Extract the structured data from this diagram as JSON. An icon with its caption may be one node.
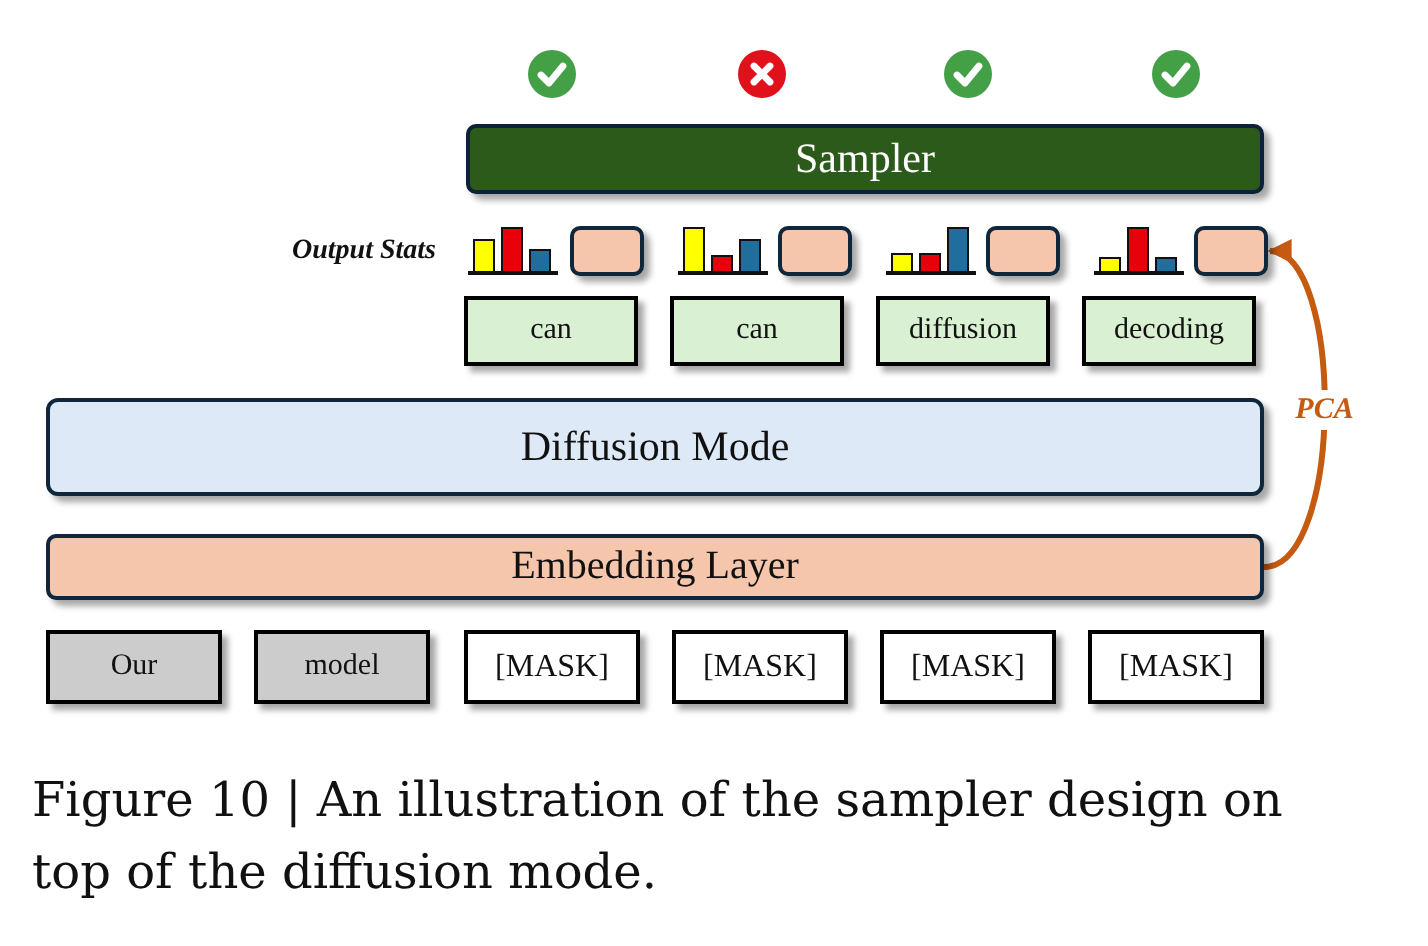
{
  "diagram": {
    "caption": "Figure 10 | An illustration of the sampler design on top of the diffusion mode.",
    "nodes": [
      {
        "text": [
          "Sampler"
        ]
      },
      {
        "text": [],
        "shape": "box"
      },
      {
        "text": [],
        "shape": "box"
      },
      {
        "text": [],
        "shape": "box"
      },
      {
        "text": [],
        "shape": "box"
      },
      {
        "text": [
          "can"
        ]
      },
      {
        "text": [
          "can"
        ]
      },
      {
        "text": [
          "diffusion"
        ]
      },
      {
        "text": [
          "decoding"
        ]
      },
      {
        "text": [
          "Diffusion Mode"
        ]
      },
      {
        "text": [
          "Embedding Layer"
        ]
      },
      {
        "text": [
          "Our"
        ]
      },
      {
        "text": [
          "model"
        ]
      },
      {
        "text": [
          "[MASK]"
        ]
      },
      {
        "text": [
          "[MASK]"
        ]
      },
      {
        "text": [
          "[MASK]"
        ]
      },
      {
        "text": [
          "[MASK]"
        ]
      }
    ],
    "edges": [
      {
        "from": 10,
        "to": 4,
        "arrow": "to",
        "label": "PCA",
        "color": "#c55a11"
      }
    ],
    "labels": [
      "Output Stats"
    ]
  }
}
